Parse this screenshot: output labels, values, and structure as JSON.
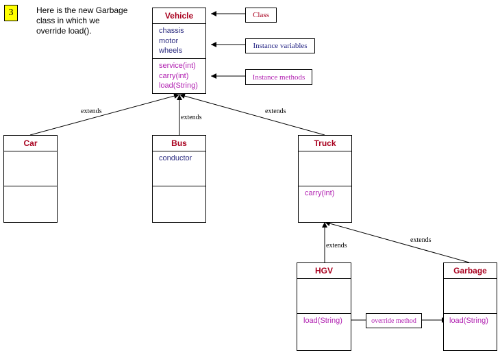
{
  "step": "3",
  "intro_lines": [
    "Here is the new Garbage",
    "class in which we",
    "override load()."
  ],
  "colors": {
    "class_name": "#a8001e",
    "attribute": "#2c2c80",
    "method": "#b01eb0",
    "note_class": "#a8001e",
    "note_variables": "#1e1e80",
    "note_methods": "#b01eb0",
    "badge": "#ffff00"
  },
  "classes": {
    "vehicle": {
      "name": "Vehicle",
      "attributes": [
        "chassis",
        "motor",
        "wheels"
      ],
      "methods": [
        "service(int)",
        "carry(int)",
        "load(String)"
      ]
    },
    "car": {
      "name": "Car",
      "attributes": [],
      "methods": []
    },
    "bus": {
      "name": "Bus",
      "attributes": [
        "conductor"
      ],
      "methods": []
    },
    "truck": {
      "name": "Truck",
      "attributes": [],
      "methods": [
        "carry(int)"
      ]
    },
    "hgv": {
      "name": "HGV",
      "attributes": [],
      "methods": [
        "load(String)"
      ]
    },
    "garbage": {
      "name": "Garbage",
      "attributes": [],
      "methods": [
        "load(String)"
      ]
    }
  },
  "notes": {
    "class": "Class",
    "instance_variables": "Instance variables",
    "instance_methods": "Instance methods",
    "override": "override method"
  },
  "edge_labels": {
    "car_vehicle": "extends",
    "bus_vehicle": "extends",
    "truck_vehicle": "extends",
    "hgv_truck": "extends",
    "garbage_truck": "extends"
  }
}
